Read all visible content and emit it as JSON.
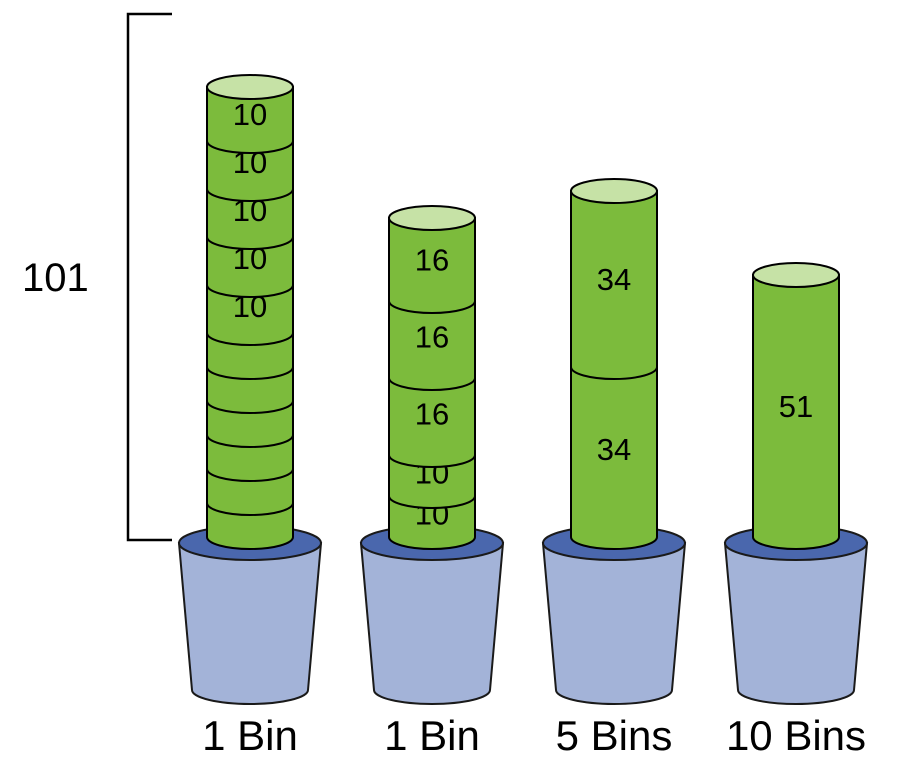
{
  "bracket": {
    "label": "101"
  },
  "colors": {
    "cylinder_body": "#7cbb3c",
    "cylinder_top": "#c6e2a6",
    "stroke": "#000000",
    "bin_body": "#a3b3d8",
    "bin_rim": "#4a67ad",
    "bin_stroke": "#1a1a1a"
  },
  "stacks": [
    {
      "bin_label": "1 Bin",
      "segments": [
        {
          "label": ""
        },
        {
          "label": ""
        },
        {
          "label": ""
        },
        {
          "label": ""
        },
        {
          "label": ""
        },
        {
          "label": ""
        },
        {
          "label": "10"
        },
        {
          "label": "10"
        },
        {
          "label": "10"
        },
        {
          "label": "10"
        },
        {
          "label": "10"
        }
      ]
    },
    {
      "bin_label": "1 Bin",
      "segments": [
        {
          "label": "10"
        },
        {
          "label": "10"
        },
        {
          "label": "16"
        },
        {
          "label": "16"
        },
        {
          "label": "16"
        }
      ]
    },
    {
      "bin_label": "5 Bins",
      "segments": [
        {
          "label": "34"
        },
        {
          "label": "34"
        }
      ]
    },
    {
      "bin_label": "10 Bins",
      "segments": [
        {
          "label": "51"
        }
      ]
    }
  ]
}
